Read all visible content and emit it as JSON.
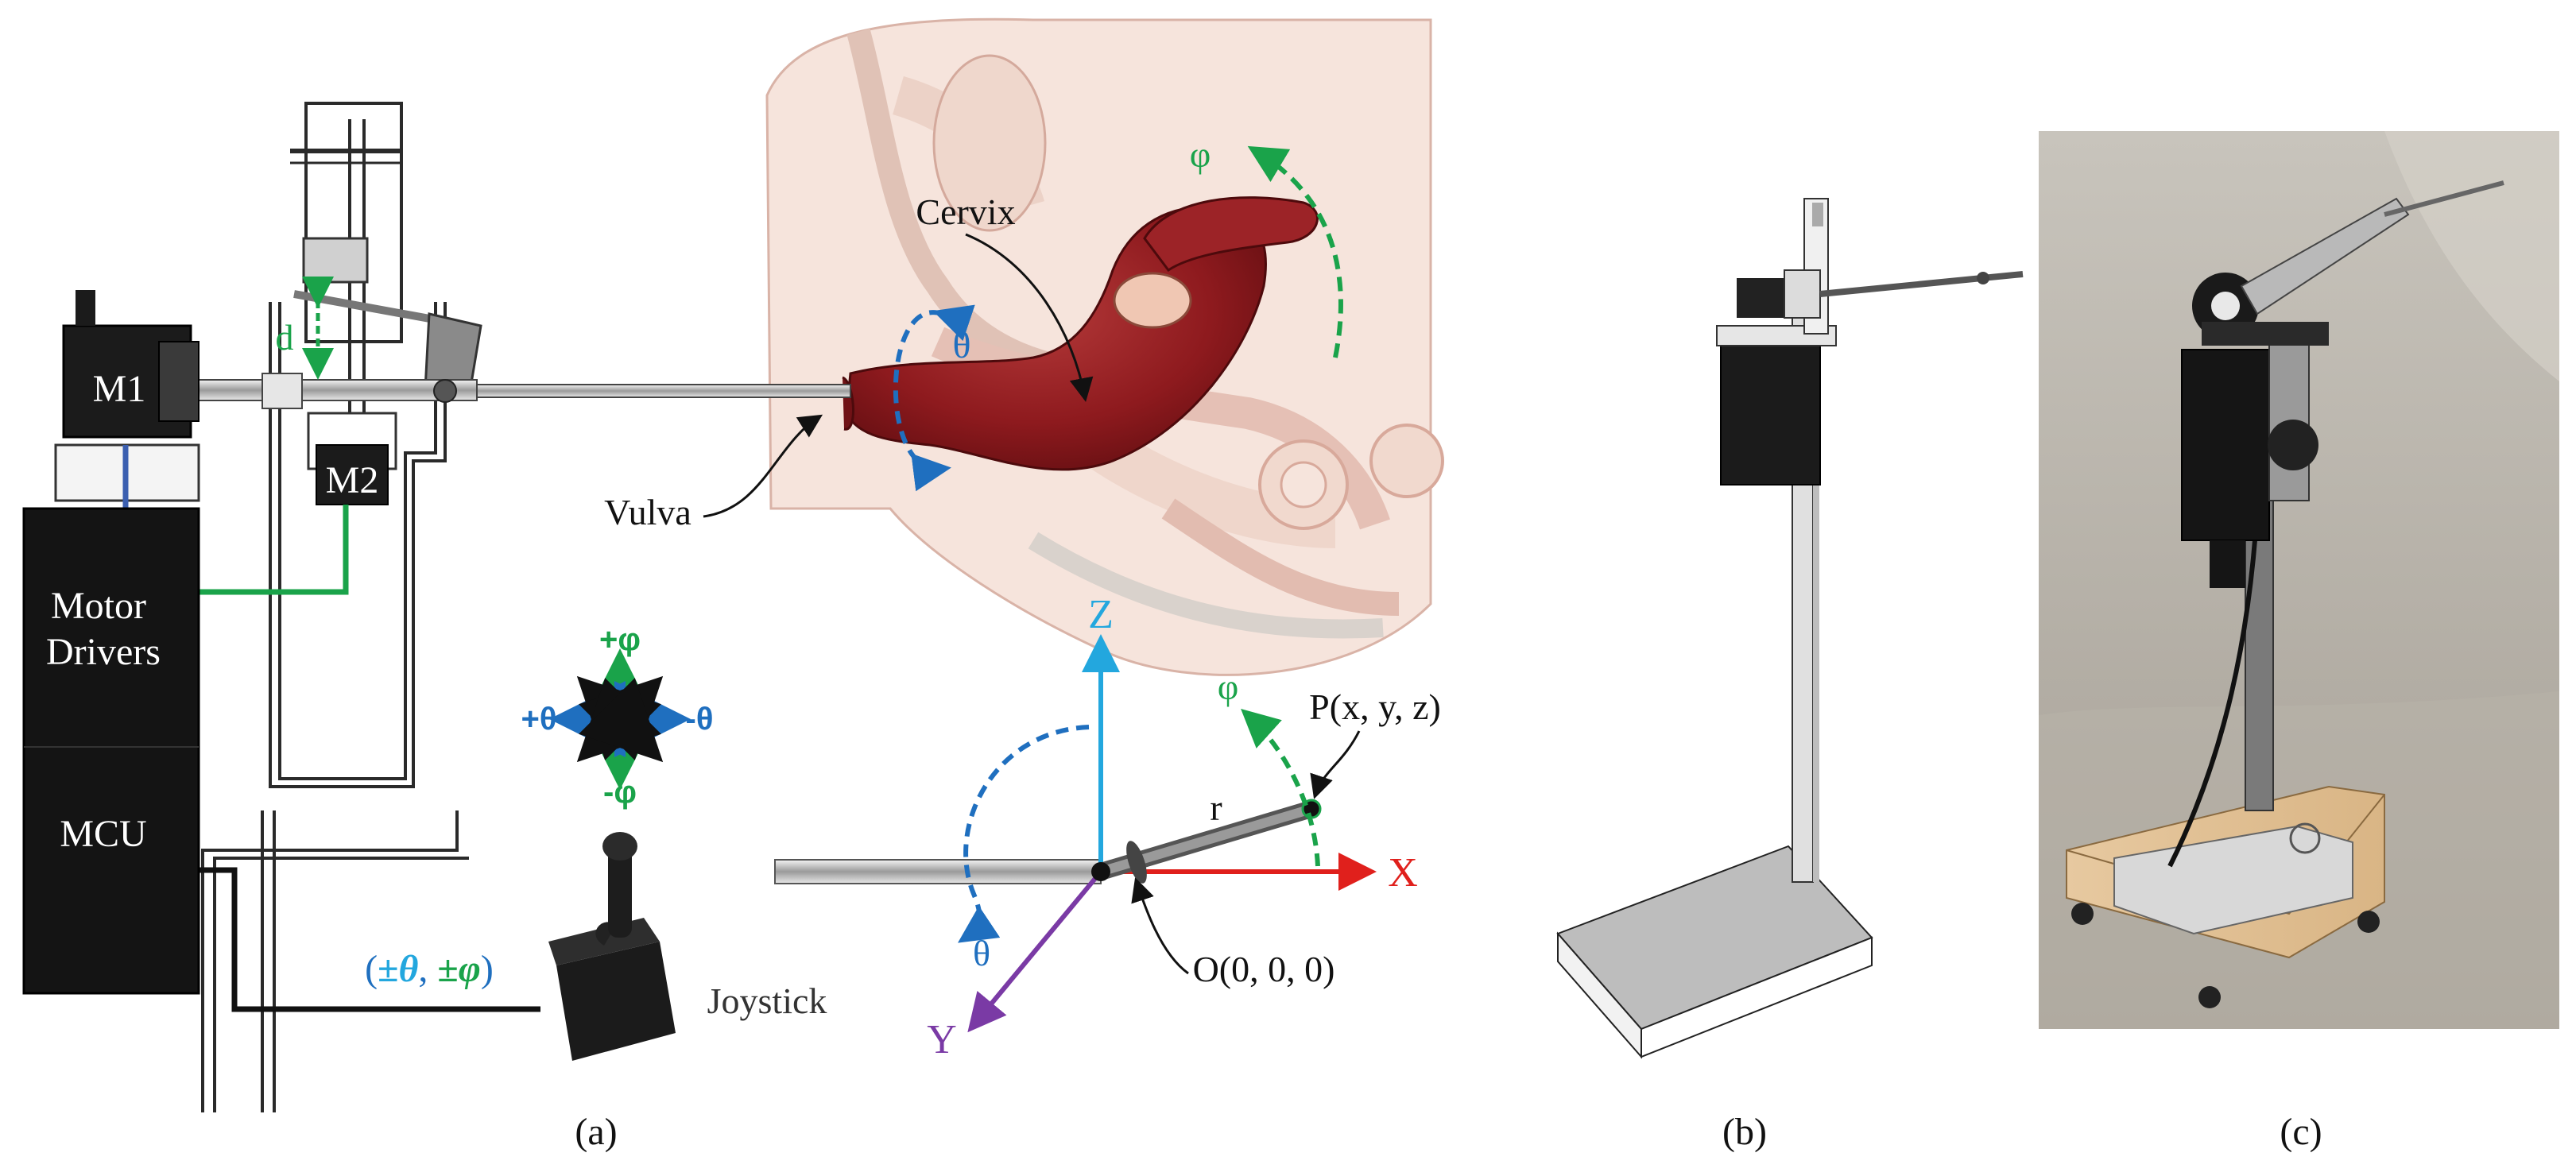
{
  "colors": {
    "green": "#1aa34a",
    "blue": "#1f6fbf",
    "sky": "#23a7de",
    "red": "#e0201c",
    "purple": "#7a3aa5",
    "uterus": "#8e1a1e",
    "anatomy_skin": "#f3d9cf"
  },
  "panel_a": {
    "caption": "(a)",
    "motor1": "M1",
    "motor2": "M2",
    "motor_drivers": "Motor\nDrivers",
    "mcu": "MCU",
    "d_label": "d",
    "theta_top": "θ",
    "cervix": "Cervix",
    "vulva": "Vulva",
    "phi_top": "φ",
    "plus_phi": "+φ",
    "minus_phi": "-φ",
    "plus_theta": "+θ",
    "minus_theta": "-θ",
    "joystick": "Joystick",
    "joystick_signal": {
      "open": "(",
      "theta": "±θ",
      "comma": ", ",
      "phi": "±φ",
      "close": ")"
    },
    "axis_z": "Z",
    "axis_x": "X",
    "axis_y": "Y",
    "phi_axis": "φ",
    "theta_axis": "θ",
    "r_label": "r",
    "point_p": "P(x, y, z)",
    "origin": "O(0, 0, 0)"
  },
  "panel_b": {
    "caption": "(b)"
  },
  "panel_c": {
    "caption": "(c)"
  }
}
